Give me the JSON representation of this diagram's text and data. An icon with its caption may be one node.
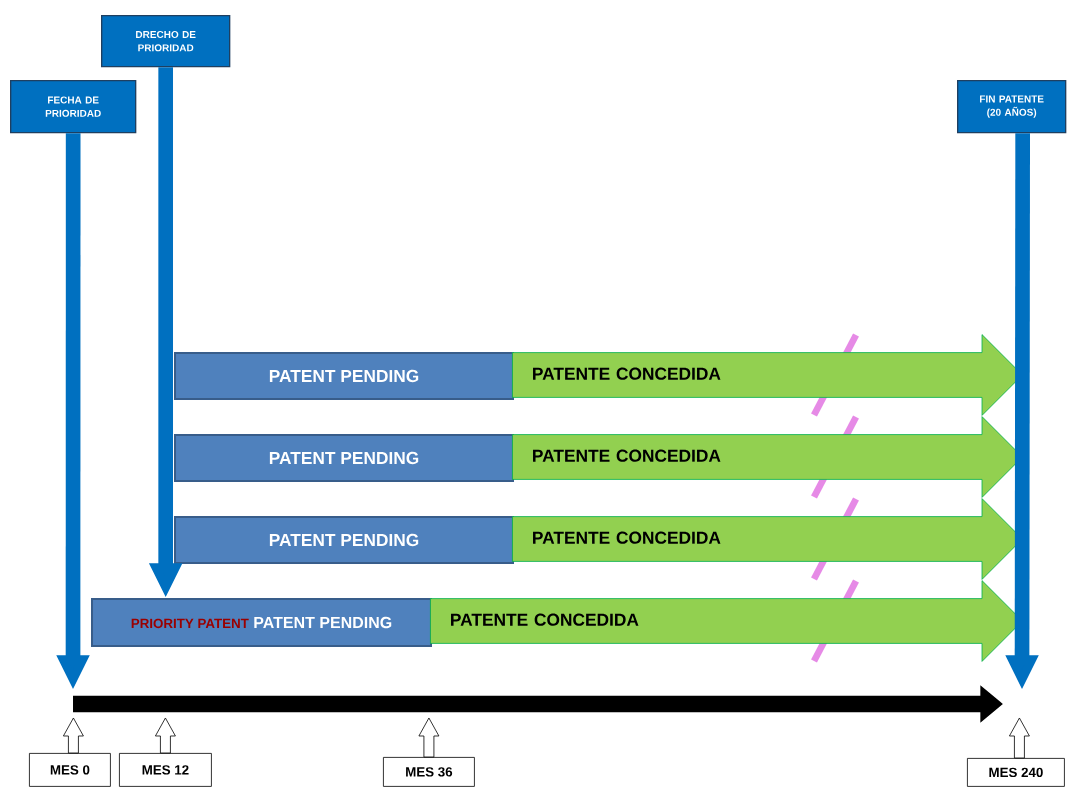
{
  "diagram": {
    "nodes": [
      {
        "text": [
          "DRECHO DE PRIORIDAD"
        ]
      },
      {
        "text": [
          "FECHA DE PRIORIDAD"
        ]
      },
      {
        "text": [
          "FIN PATENTE (20 AÑOS)"
        ]
      },
      {
        "text": [
          "PATENT PENDING"
        ]
      },
      {
        "text": [
          "PATENTE CONCEDIDA"
        ]
      },
      {
        "text": [
          "PATENT PENDING"
        ]
      },
      {
        "text": [
          "PATENTE CONCEDIDA"
        ]
      },
      {
        "text": [
          "PATENT PENDING"
        ]
      },
      {
        "text": [
          "PATENTE CONCEDIDA"
        ]
      },
      {
        "text": [
          "PRIORITY PATENT",
          "PATENT PENDING"
        ]
      },
      {
        "text": [
          "PATENTE CONCEDIDA"
        ]
      },
      {
        "text": [
          "MES 0"
        ]
      },
      {
        "text": [
          "MES 12"
        ]
      },
      {
        "text": [
          "MES 36"
        ]
      },
      {
        "text": [
          "MES 240"
        ]
      }
    ],
    "edges": [
      {
        "from": 1,
        "to": null,
        "arrow": "to"
      },
      {
        "from": 0,
        "to": 9,
        "arrow": "to"
      },
      {
        "from": 2,
        "to": null,
        "arrow": "to"
      },
      {
        "from": 11,
        "to": null,
        "arrow": "to"
      },
      {
        "from": 12,
        "to": null,
        "arrow": "to"
      },
      {
        "from": 13,
        "to": null,
        "arrow": "to"
      },
      {
        "from": 14,
        "to": null,
        "arrow": "to"
      }
    ]
  }
}
